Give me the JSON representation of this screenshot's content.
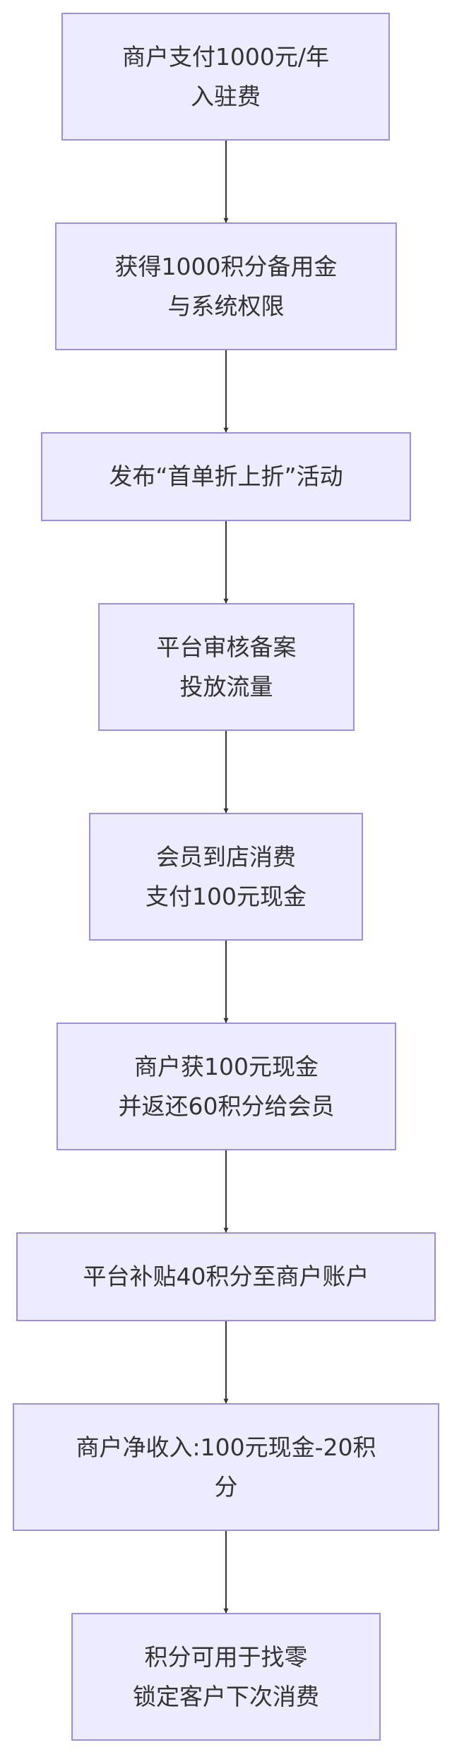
{
  "colors": {
    "node_fill": "#ececfe",
    "node_border": "#9f8fd9",
    "text": "#333333",
    "edge": "#333333"
  },
  "nodes": [
    {
      "lines": [
        "商户支付1000元/年",
        "入驻费"
      ]
    },
    {
      "lines": [
        "获得1000积分备用金",
        "与系统权限"
      ]
    },
    {
      "lines": [
        "发布“首单折上折”活动"
      ]
    },
    {
      "lines": [
        "平台审核备案",
        "投放流量"
      ]
    },
    {
      "lines": [
        "会员到店消费",
        "支付100元现金"
      ]
    },
    {
      "lines": [
        "商户获100元现金",
        "并返还60积分给会员"
      ]
    },
    {
      "lines": [
        "平台补贴40积分至商户账户"
      ]
    },
    {
      "lines": [
        "商户净收入:100元现金-20积",
        "分"
      ]
    },
    {
      "lines": [
        "积分可用于找零",
        "锁定客户下次消费"
      ]
    }
  ]
}
